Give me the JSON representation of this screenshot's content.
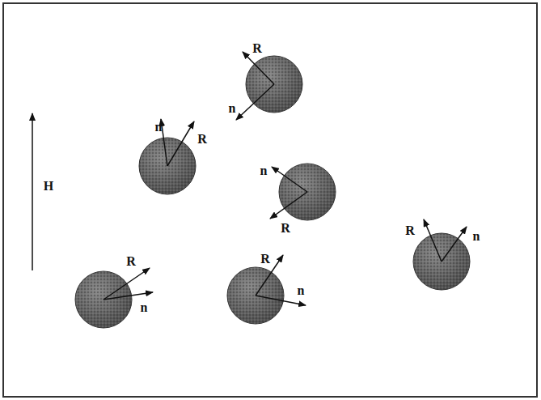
{
  "diagram": {
    "labels": [
      "R",
      "n",
      "n",
      "R",
      "H",
      "n",
      "R",
      "R",
      "n",
      "R",
      "n",
      "R",
      "n"
    ]
  }
}
